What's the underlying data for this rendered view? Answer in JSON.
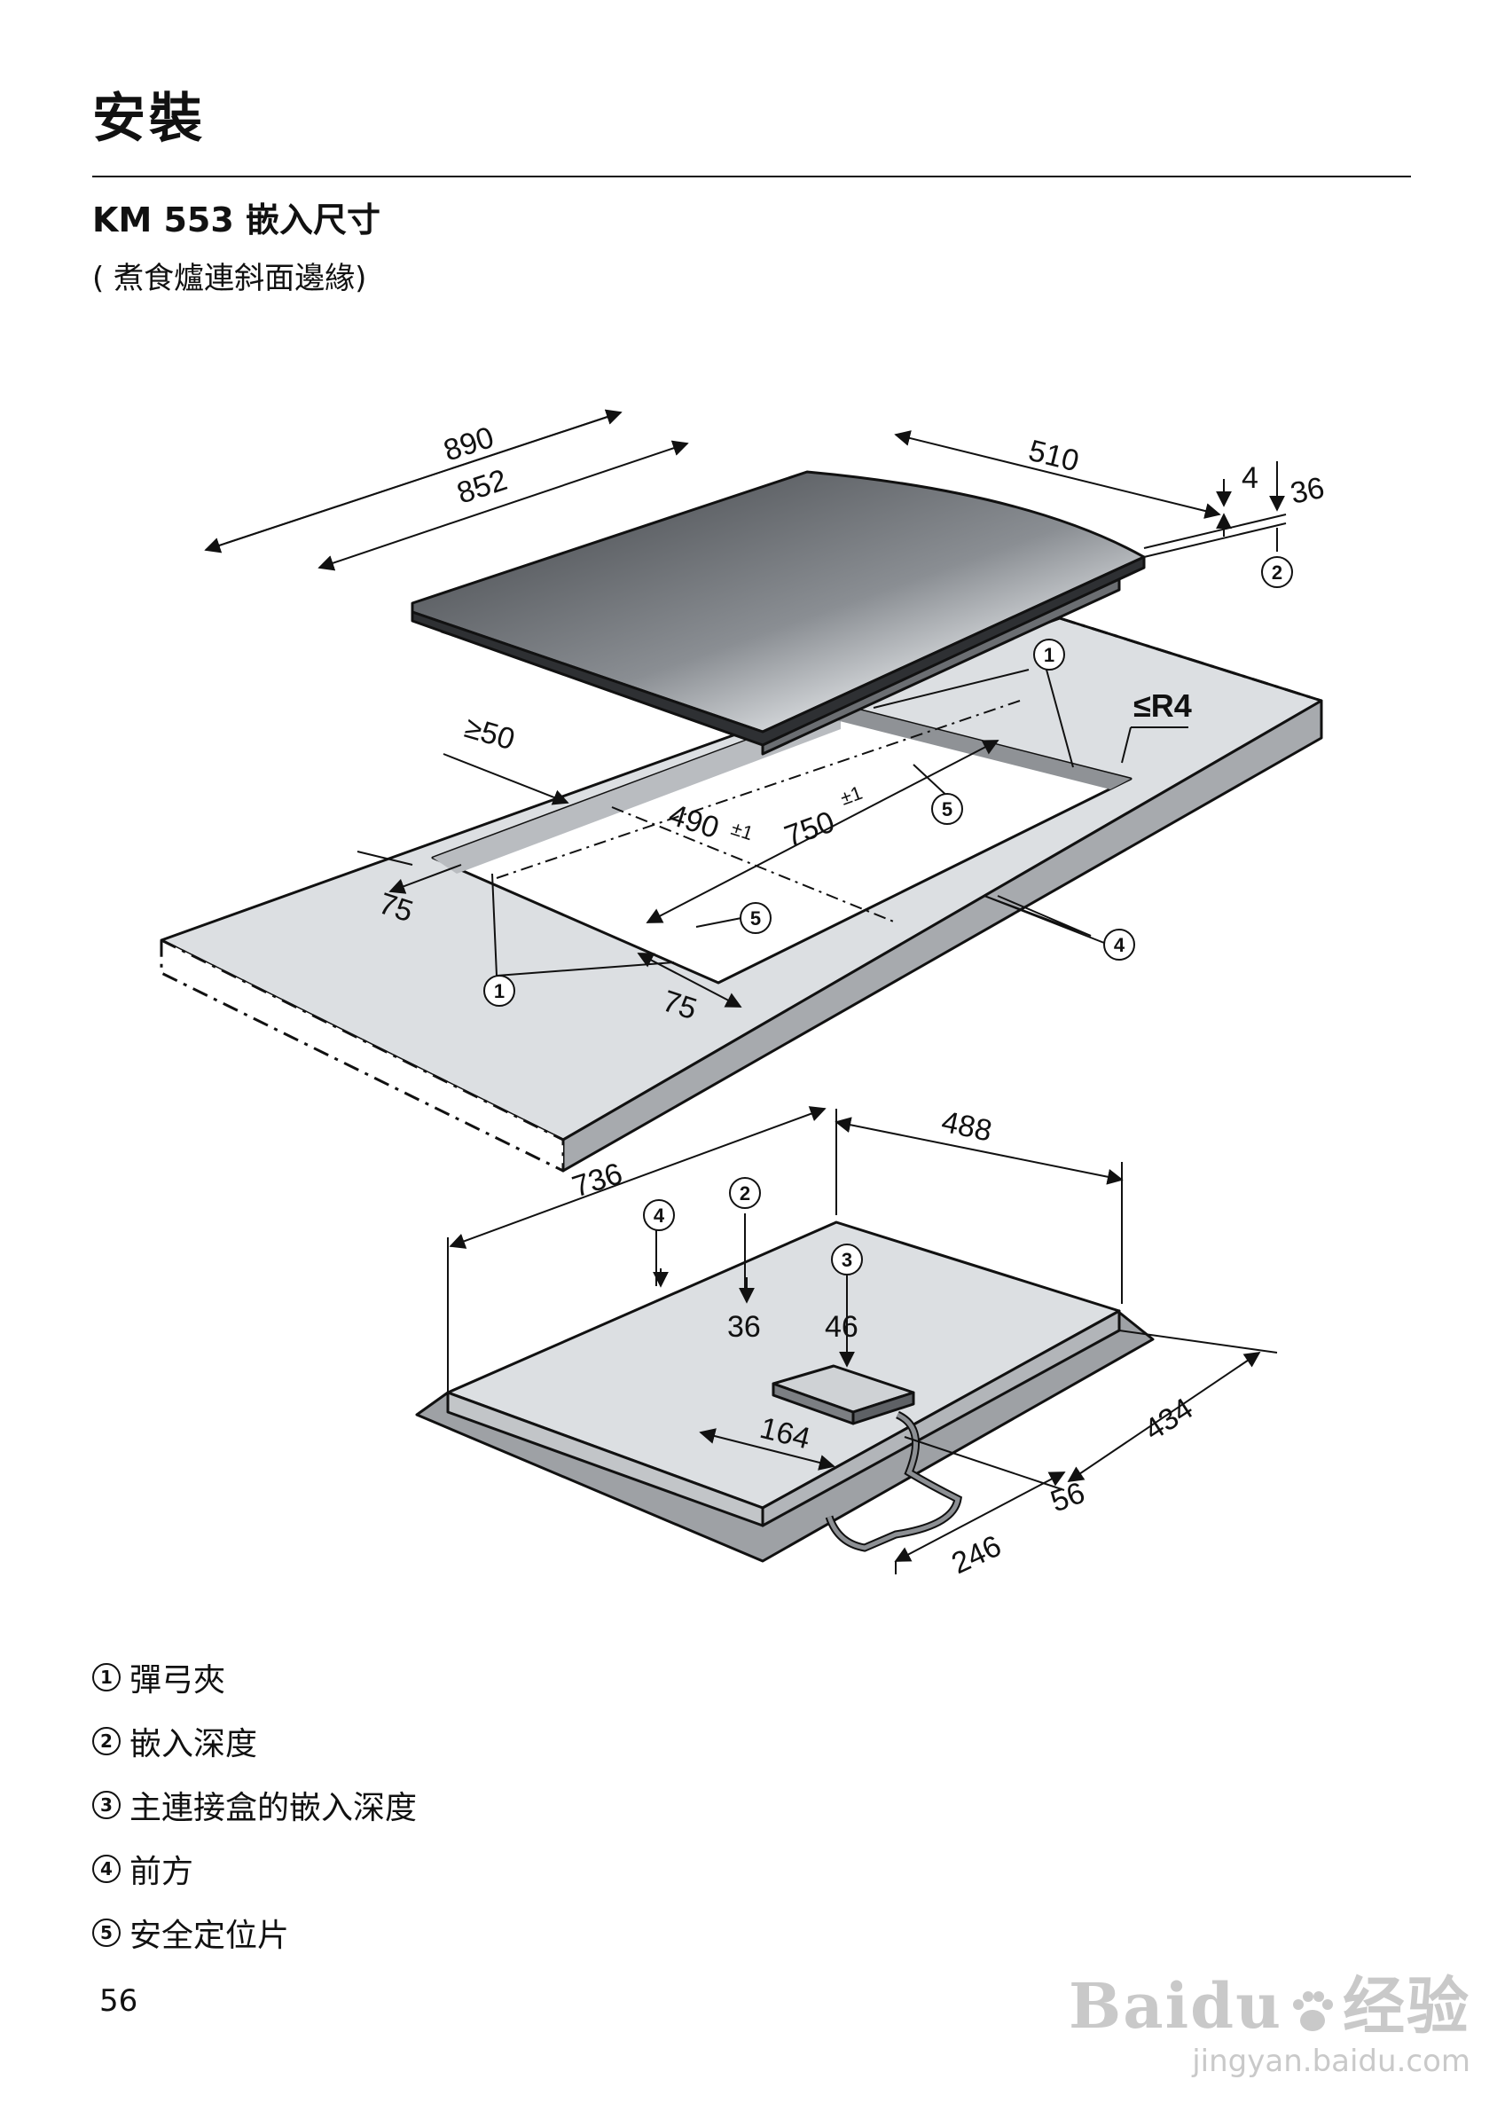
{
  "page": {
    "title": "安裝",
    "section_heading": "KM 553 嵌入尺寸",
    "subtitle": "( 煮食爐連斜面邊緣)",
    "page_number": "56"
  },
  "diagram": {
    "dims": {
      "d890": "890",
      "d852": "852",
      "d510": "510",
      "d4": "4",
      "d36_top": "36",
      "r4": "≤R4",
      "ge50": "≥50",
      "d490": "490",
      "d490_tol": "±1",
      "d750": "750",
      "d750_tol": "±1",
      "d75_left": "75",
      "d75_front": "75",
      "d488": "488",
      "d736": "736",
      "d36_mid": "36",
      "d46": "46",
      "d164": "164",
      "d434": "434",
      "d56": "56",
      "d246": "246"
    },
    "callouts": {
      "c1": "1",
      "c2": "2",
      "c3": "3",
      "c4": "4",
      "c5": "5"
    }
  },
  "legend": [
    {
      "num": "1",
      "label": "彈弓夾"
    },
    {
      "num": "2",
      "label": "嵌入深度"
    },
    {
      "num": "3",
      "label": "主連接盒的嵌入深度"
    },
    {
      "num": "4",
      "label": "前方"
    },
    {
      "num": "5",
      "label": "安全定位片"
    }
  ],
  "watermark": {
    "brand": "Baidu",
    "cn": "经验",
    "url": "jingyan.baidu.com"
  },
  "colors": {
    "cooktop_dark": "#4a4d51",
    "cooktop_light": "#cfd2d5",
    "counter_top": "#dcdfe2",
    "counter_edge": "#9a9da1"
  }
}
